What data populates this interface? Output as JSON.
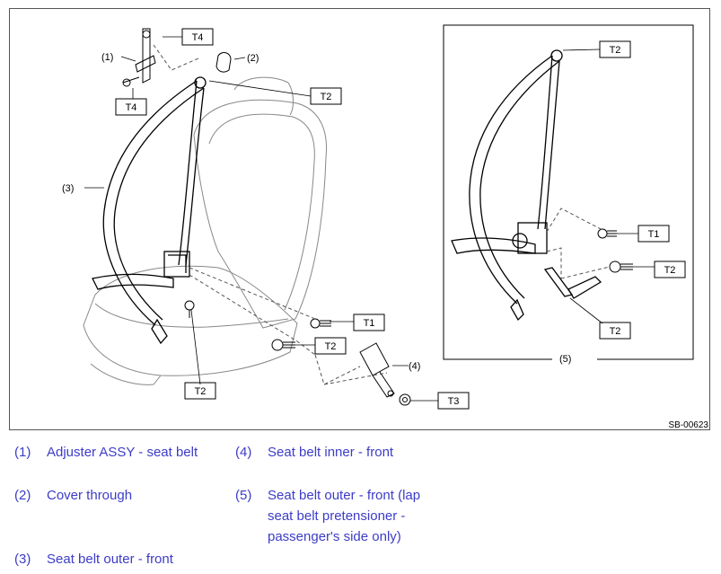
{
  "diagram": {
    "figure_id": "SB-00623",
    "torque_tags": {
      "t4_top": "T4",
      "t4_bottom": "T4",
      "t2_anchor": "T2",
      "t2_bolt": "T2",
      "t1_bolt": "T1",
      "t2_lower": "T2",
      "t3_nut": "T3",
      "inset_t2_top": "T2",
      "inset_t1": "T1",
      "inset_t2_mid": "T2",
      "inset_t2_bottom": "T2"
    },
    "callouts": {
      "c1": "(1)",
      "c2": "(2)",
      "c3": "(3)",
      "c4": "(4)",
      "c5": "(5)"
    }
  },
  "legend": [
    {
      "num": "(1)",
      "text": "Adjuster ASSY - seat belt"
    },
    {
      "num": "(2)",
      "text": "Cover through"
    },
    {
      "num": "(3)",
      "text": "Seat belt outer - front"
    },
    {
      "num": "(4)",
      "text": "Seat belt inner - front"
    },
    {
      "num": "(5)",
      "text": "Seat belt outer - front (lap seat belt pretensioner - passenger's side only)"
    }
  ]
}
